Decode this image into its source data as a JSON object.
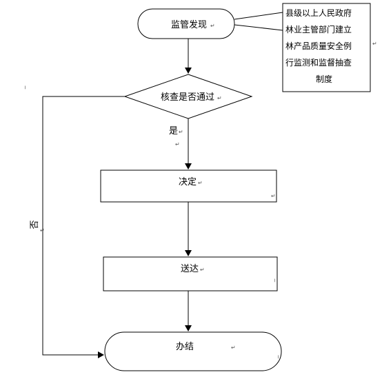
{
  "nodes": {
    "discovery": "监管发现",
    "check": "核查是否通过",
    "decision": "决定",
    "delivery": "送达",
    "close": "办结"
  },
  "note": {
    "lines": [
      "县级以上人民政府",
      "林业主管部门建立",
      "林产品质量安全例",
      "行监测和监督抽查",
      "制度"
    ]
  },
  "edges": {
    "yes": "是",
    "no": "否"
  },
  "marks": {
    "return": "↵",
    "corner": "╵"
  }
}
